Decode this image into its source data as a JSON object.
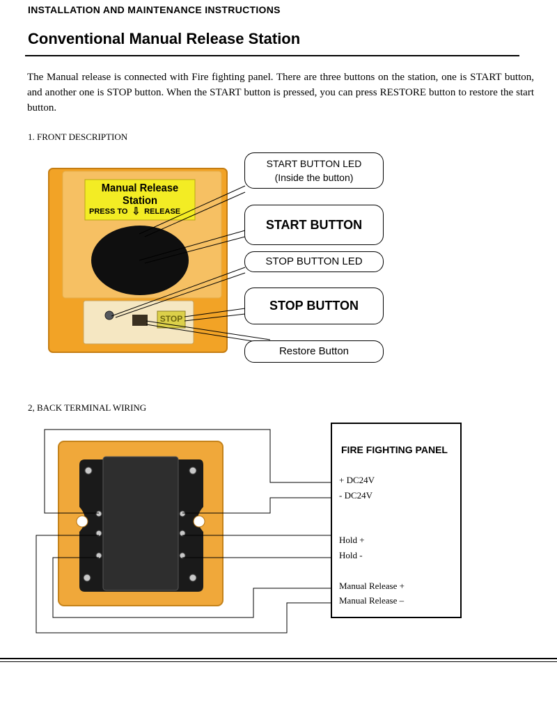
{
  "header": {
    "text": "INSTALLATION AND MAINTENANCE INSTRUCTIONS"
  },
  "title": "Conventional Manual Release Station",
  "intro": "The Manual release is connected with Fire fighting panel. There are three buttons on the station, one is START button, and another one is STOP button. When the START button is pressed, you can press RESTORE button to restore the start button.",
  "front": {
    "heading": "1. FRONT DESCRIPTION",
    "label_title": "Manual Release Station",
    "label_press": "PRESS TO",
    "label_release": "RELEASE",
    "stop_label": "STOP",
    "callouts": {
      "start_led_1": "START BUTTON LED",
      "start_led_2": "(Inside the button)",
      "start_button": "START BUTTON",
      "stop_led": "STOP BUTTON LED",
      "stop_button": "STOP BUTTON",
      "restore": "Restore Button"
    }
  },
  "back": {
    "heading": "2, BACK TERMINAL WIRING",
    "panel_title": "FIRE FIGHTING PANEL",
    "terminals": [
      "+ DC24V",
      "- DC24V",
      "Hold +",
      "Hold -",
      "Manual Release +",
      "Manual Release –"
    ]
  },
  "colors": {
    "housing": "#f2a326",
    "label": "#f3ec24",
    "button": "#0f0f0f"
  }
}
